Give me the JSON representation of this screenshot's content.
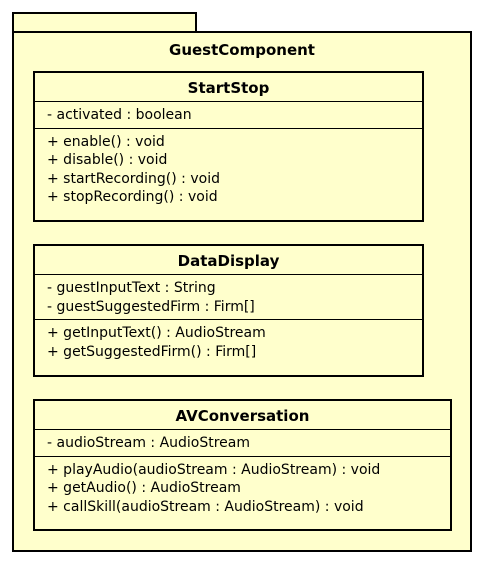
{
  "package": {
    "name": "GuestComponent"
  },
  "classes": [
    {
      "name": "StartStop",
      "attributes": [
        "- activated : boolean"
      ],
      "operations": [
        "+ enable() : void",
        "+ disable() : void",
        "+ startRecording() : void",
        "+ stopRecording() : void"
      ]
    },
    {
      "name": "DataDisplay",
      "attributes": [
        "- guestInputText : String",
        "- guestSuggestedFirm : Firm[]"
      ],
      "operations": [
        "+ getInputText() : AudioStream",
        "+ getSuggestedFirm() : Firm[]"
      ]
    },
    {
      "name": "AVConversation",
      "attributes": [
        "- audioStream : AudioStream"
      ],
      "operations": [
        "+ playAudio(audioStream : AudioStream) : void",
        "+ getAudio() : AudioStream",
        "+ callSkill(audioStream : AudioStream) : void"
      ]
    }
  ],
  "colors": {
    "fill": "#FFFFCC",
    "stroke": "#000000"
  }
}
